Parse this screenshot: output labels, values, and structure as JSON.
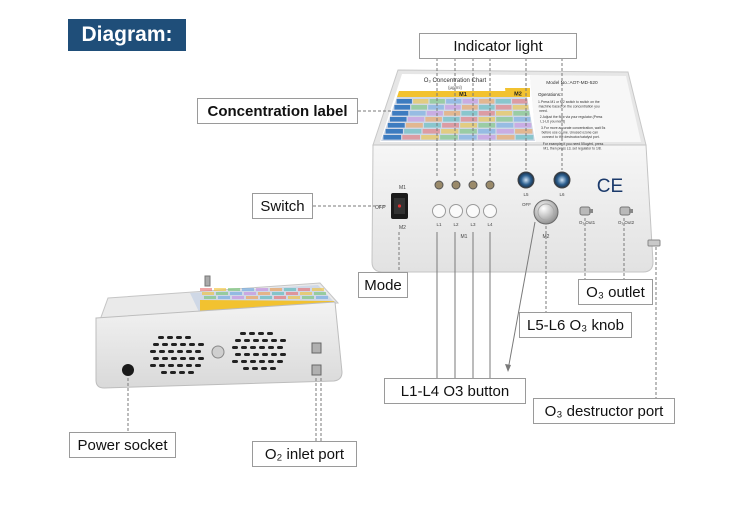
{
  "title": "Diagram:",
  "labels": {
    "indicator_light": "Indicator light",
    "concentration_label": "Concentration label",
    "switch": "Switch",
    "mode": "Mode",
    "o3_outlet": "O₃ outlet",
    "l5_l6_knob": "L5-L6 O₃ knob",
    "l1_l4_button": "L1-L4 O3 button",
    "o3_destructor_port": "O₃ destructor port",
    "power_socket": "Power socket",
    "o2_inlet_port": "O₂ inlet port"
  },
  "device": {
    "chart_title": "O₃ Concentration Chart",
    "chart_unit": "(μg/ml)",
    "model_no": "Model No.:AOT-MD-520",
    "m1": "M1",
    "m2": "M2",
    "operations_heading": "Operations:",
    "operations_text": [
      "1.Press M1 or M2 switch to switch on the",
      "machine based on the concentration you",
      "need.",
      "2.Adjust the flow via your regulator.(Press",
      "L1-L6 you need)",
      "3.For more accurate concentration, wait 5s",
      "before use ozone. Unused ozone can",
      "connect to the destructor/catalyst port.",
      "For example, if you need 55ug/ml, press",
      "M1, then press L3, set regulator to 1/8."
    ],
    "switch_m1": "M1",
    "switch_off": "OFF",
    "switch_m2": "M2",
    "button_labels": [
      "L1",
      "L2",
      "L3",
      "L4"
    ],
    "button_group": "M1",
    "knob_lights": [
      "L5",
      "L6"
    ],
    "knob_off": "OFF",
    "knob_group": "M2",
    "outlet1": "O₃ Out1",
    "outlet2": "O₃ Out2",
    "ce_mark": "CE"
  },
  "colors": {
    "title_bg": "#1f4e79",
    "label_border": "#9a9a9a",
    "leader_line": "#7a7a7a",
    "chart_yellow": "#f2c230",
    "chart_blue": "#3d7cc0",
    "chart_teal": "#3aa6a6"
  }
}
